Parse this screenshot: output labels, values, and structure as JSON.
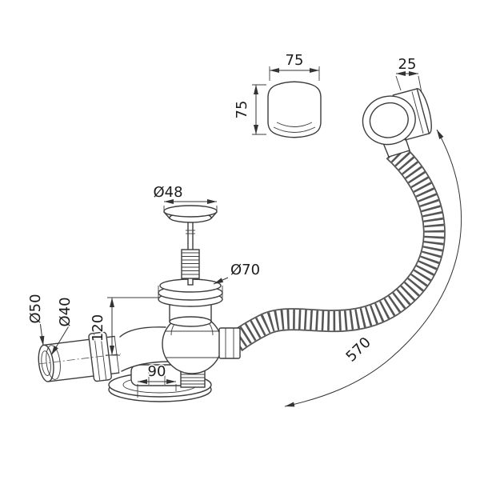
{
  "page": {
    "background": "#ffffff",
    "line_color": "#3c3c3c",
    "dim_text_color": "#1c1c1c",
    "description": "Technical line drawing of a bath waste-overflow drain kit with flexible corrugated hose, overflow head, square trim knob, plug cap, siphon body and side outlet elbow"
  },
  "labels": {
    "knob_width": "75",
    "knob_height": "75",
    "overflow_head_depth": "25",
    "plug_cap_diameter": "Ø48",
    "flange_diameter": "Ø70",
    "outlet_outer_diameter": "Ø50",
    "outlet_inner_diameter": "Ø40",
    "drain_height": "120",
    "base_offset": "90",
    "hose_length": "570"
  }
}
